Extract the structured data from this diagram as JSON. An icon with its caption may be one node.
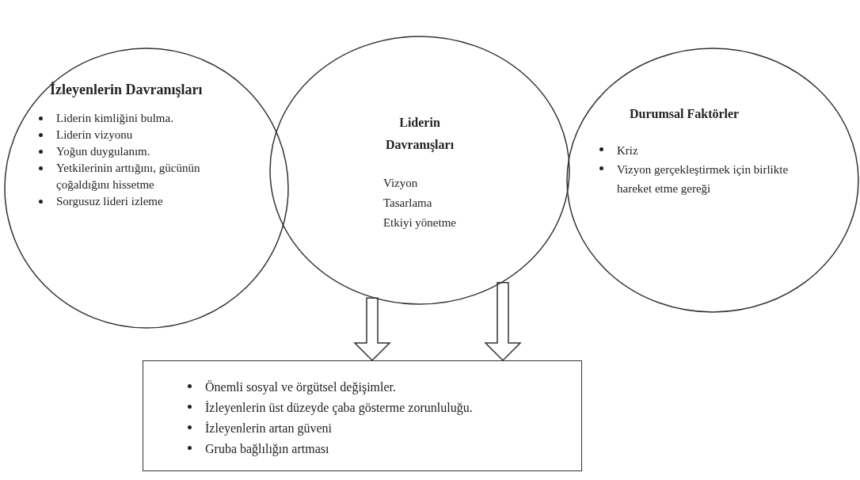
{
  "diagram": {
    "nodes": [
      {
        "text": [
          "İzleyenlerin Davranışları",
          "Liderin kimliğini bulma.",
          "Liderin vizyonu",
          "Yoğun duygulanım.",
          "Yetkilerinin arttığını, gücünün çoğaldığını hissetme",
          "Sorgusuz lideri izleme"
        ]
      },
      {
        "text": [
          "Liderin Davranışları",
          "Vizyon",
          "Tasarlama",
          "Etkiyi yönetme"
        ]
      },
      {
        "text": [
          "Durumsal Faktörler",
          "Kriz",
          "Vizyon gerçekleştirmek için birlikte hareket etme gereği"
        ]
      },
      {
        "text": [
          "Önemli sosyal ve örgütsel değişimler.",
          "İzleyenlerin üst düzeyde çaba gösterme zorunluluğu.",
          "İzleyenlerin artan güveni",
          "Gruba bağlılığın artması"
        ]
      }
    ],
    "edges": [
      {
        "from": 1,
        "to": 3,
        "arrow": "to"
      },
      {
        "from": 1,
        "to": 3,
        "arrow": "to"
      }
    ]
  }
}
